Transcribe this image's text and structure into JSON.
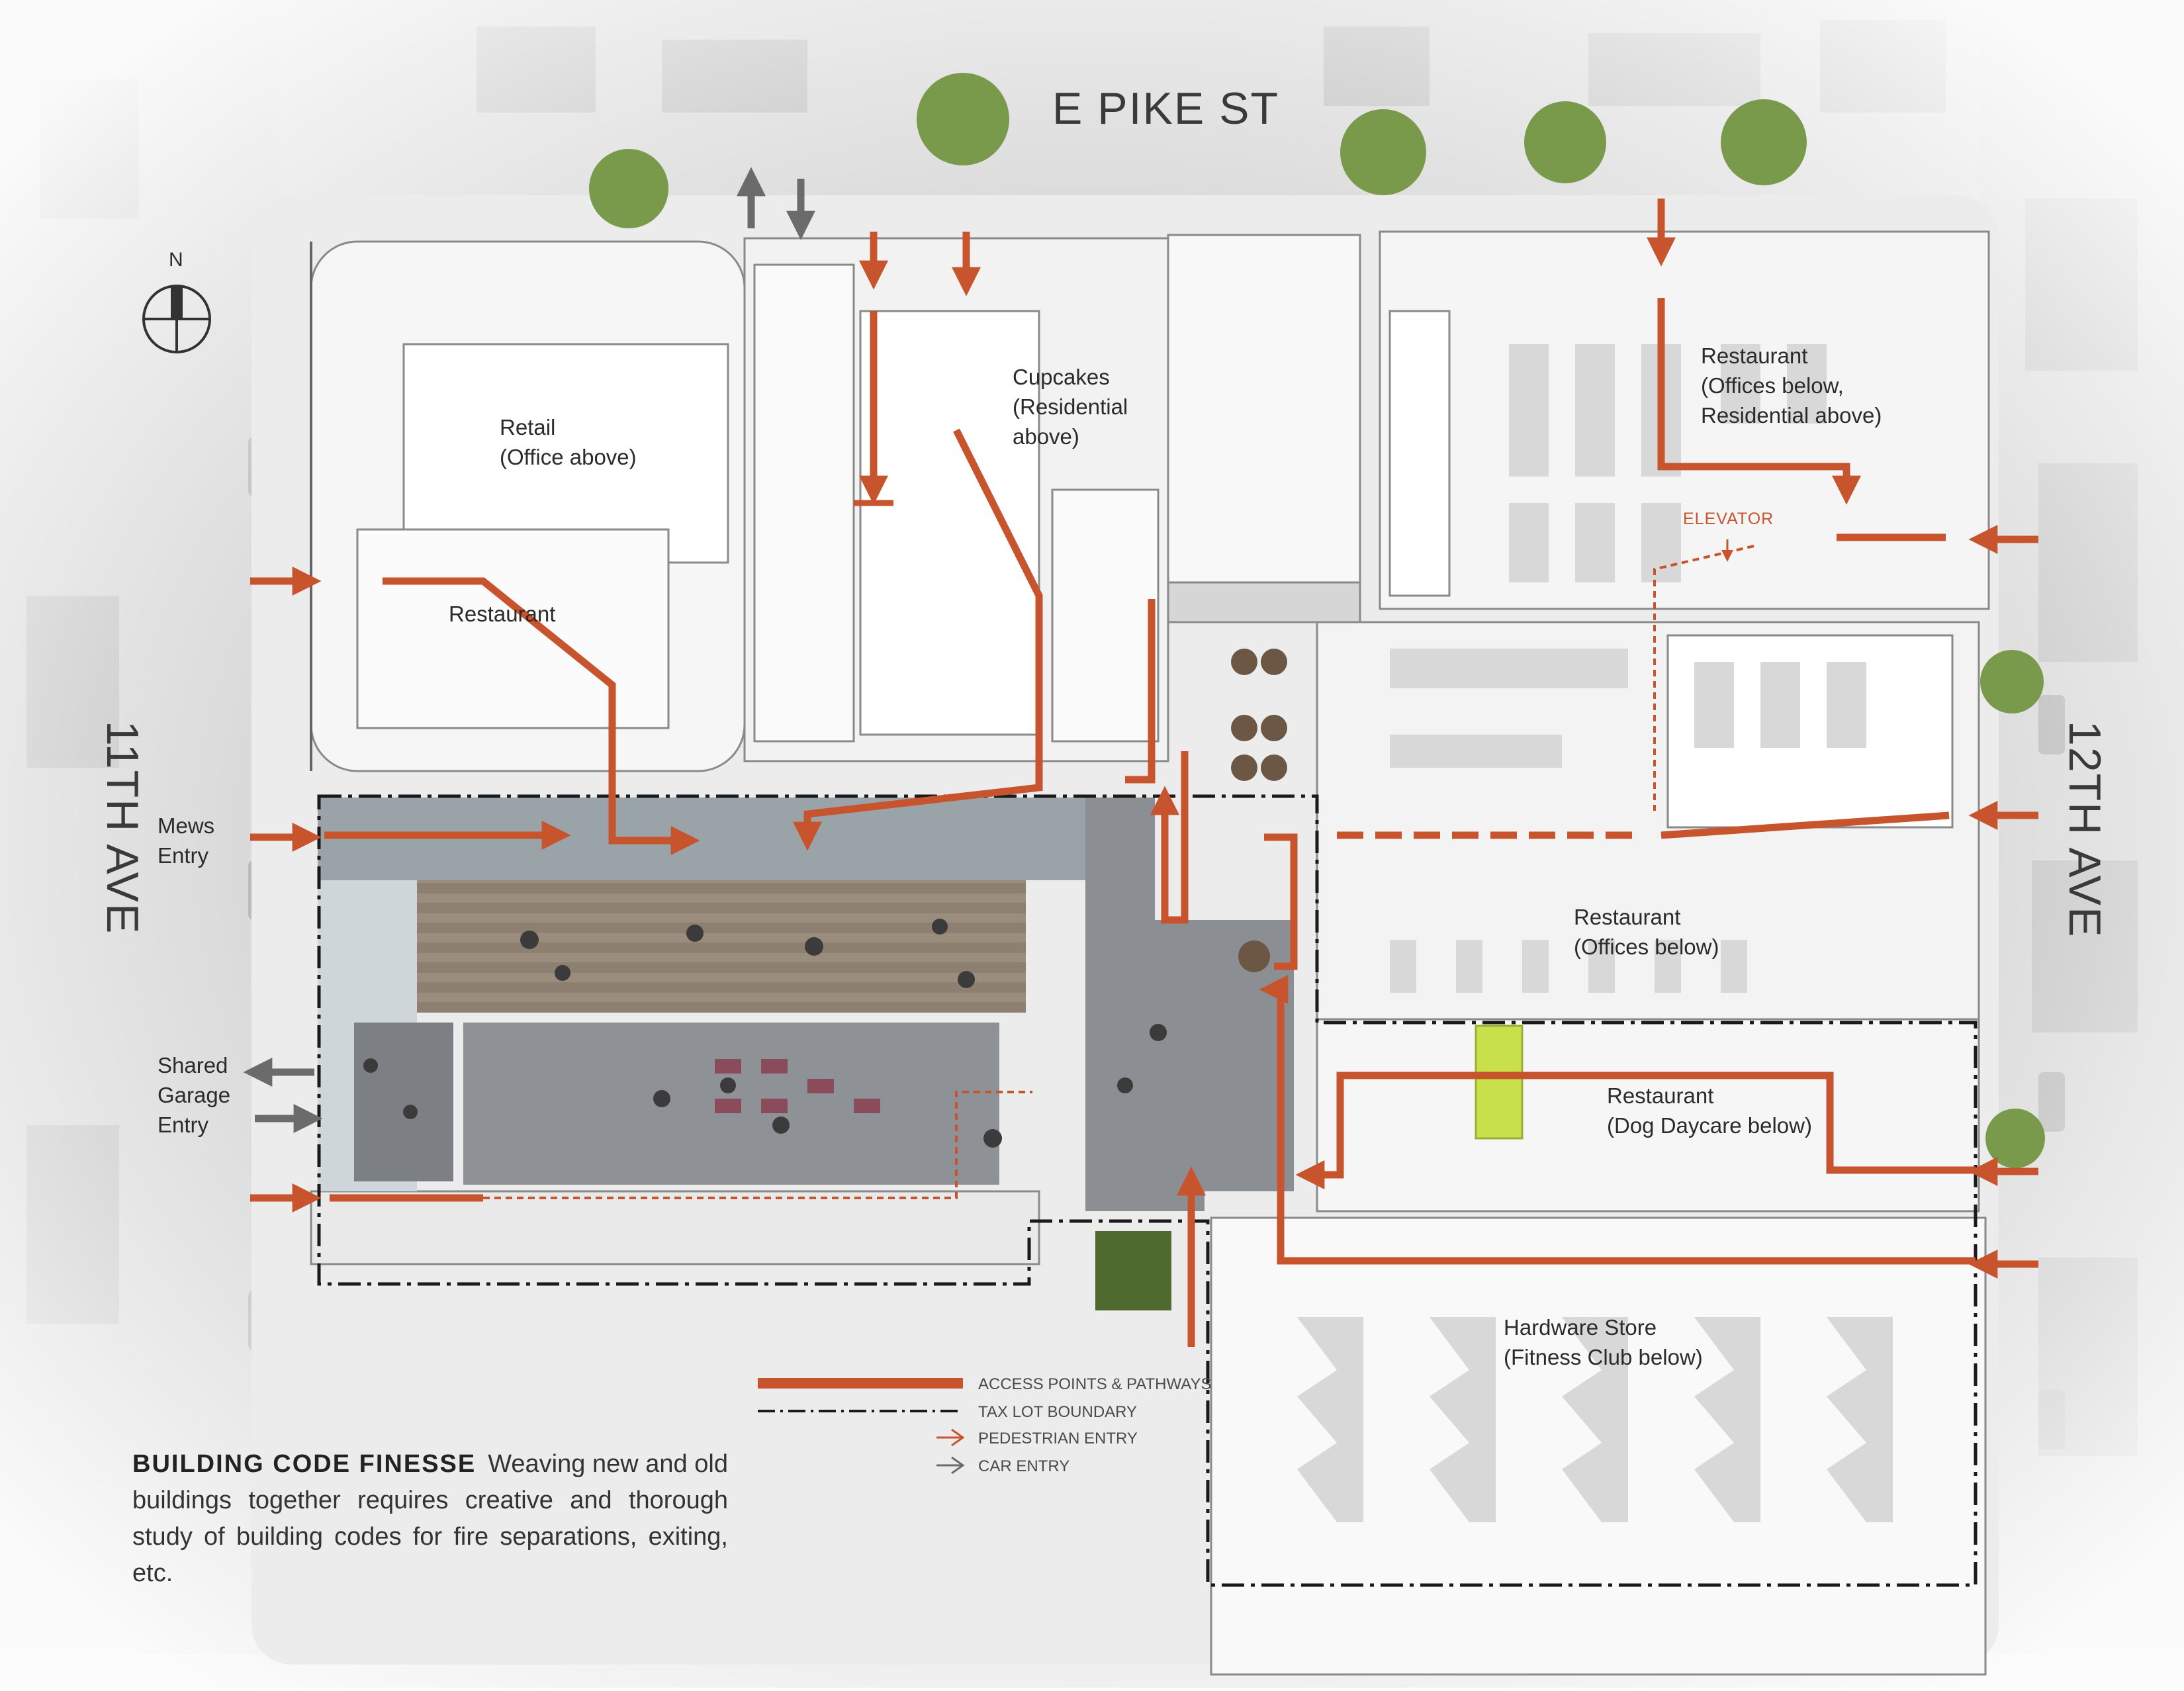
{
  "streets": {
    "north": "E PIKE ST",
    "west": "11TH AVE",
    "east": "12TH AVE"
  },
  "compass": {
    "label": "N"
  },
  "spaces": {
    "retail": [
      "Retail",
      "(Office above)"
    ],
    "cupcakes": [
      "Cupcakes",
      "(Residential",
      "above)"
    ],
    "restaurant_ne": [
      "Restaurant",
      "(Offices below,",
      "Residential above)"
    ],
    "restaurant_w": [
      "Restaurant"
    ],
    "restaurant_e": [
      "Restaurant",
      "(Offices below)"
    ],
    "restaurant_dog": [
      "Restaurant",
      "(Dog Daycare below)"
    ],
    "hardware": [
      "Hardware Store",
      "(Fitness Club below)"
    ]
  },
  "entries": {
    "mews": [
      "Mews",
      "Entry"
    ],
    "garage": [
      "Shared",
      "Garage",
      "Entry"
    ]
  },
  "elevator_label": "ELEVATOR",
  "legend": {
    "access": "ACCESS POINTS & PATHWAYS",
    "taxlot": "TAX LOT BOUNDARY",
    "ped": "PEDESTRIAN ENTRY",
    "car": "CAR ENTRY"
  },
  "description": {
    "heading": "BUILDING CODE FINESSE",
    "body": "Weaving new and old buildings together requires creative and thorough study of building codes for fire separations, exiting, etc."
  },
  "colors": {
    "path": "#c8542d",
    "car": "#6b6b6b",
    "boundary": "#1a1a1a",
    "building": "#f4f4f4",
    "street": "#dcdcdc"
  }
}
